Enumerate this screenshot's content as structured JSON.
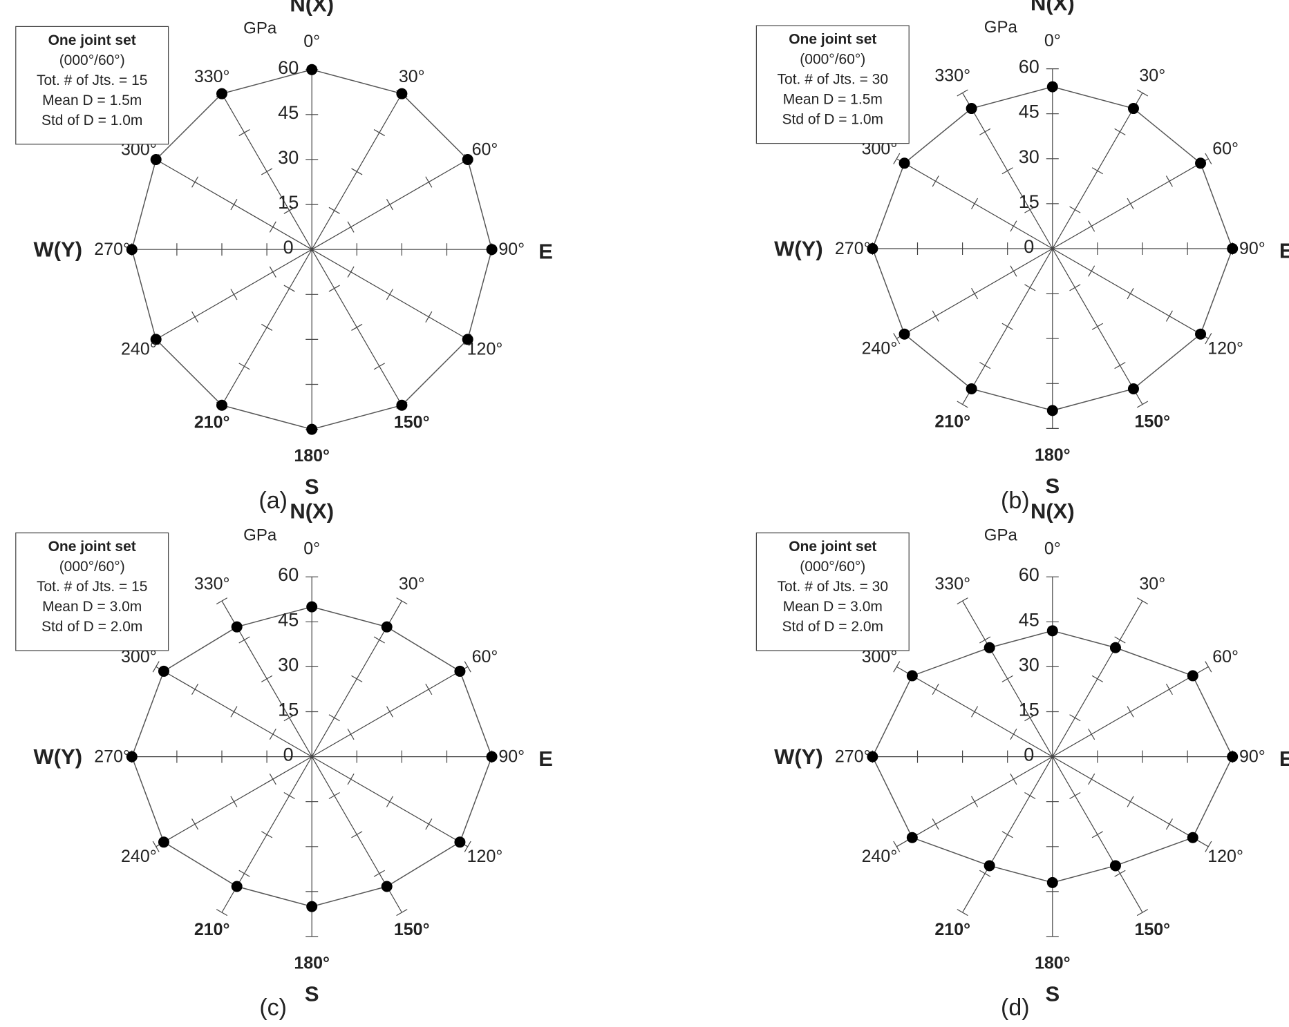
{
  "figure": {
    "colors": {
      "line": "#555555",
      "axis": "#444444",
      "marker": "#000000",
      "text": "#222222"
    }
  },
  "chart_data": [
    {
      "type": "radar",
      "panel_label": "(a)",
      "legend_box": [
        "One joint set",
        "(000°/60°)",
        "Tot. # of Jts. =  15",
        "Mean D = 1.5m",
        "Std of D = 1.0m"
      ],
      "compass": {
        "north": "N(X)",
        "south": "S",
        "west": "W(Y)",
        "east": "E"
      },
      "unit": "GPa",
      "radial_ticks": [
        0,
        15,
        30,
        45,
        60
      ],
      "rlim": [
        0,
        60
      ],
      "angle_labels": [
        "0°",
        "30°",
        "60°",
        "90°",
        "120°",
        "150°",
        "180°",
        "210°",
        "240°",
        "270°",
        "300°",
        "330°"
      ],
      "angles": [
        0,
        30,
        60,
        90,
        120,
        150,
        180,
        210,
        240,
        270,
        300,
        330
      ],
      "values": [
        60,
        60,
        60,
        60,
        60,
        60,
        60,
        60,
        60,
        60,
        60,
        60
      ],
      "grid": true
    },
    {
      "type": "radar",
      "panel_label": "(b)",
      "legend_box": [
        "One joint set",
        "(000°/60°)",
        "Tot. # of Jts. =  30",
        "Mean D = 1.5m",
        "Std of D = 1.0m"
      ],
      "compass": {
        "north": "N(X)",
        "south": "S",
        "west": "W(Y)",
        "east": "E"
      },
      "unit": "GPa",
      "radial_ticks": [
        0,
        15,
        30,
        45,
        60
      ],
      "rlim": [
        0,
        60
      ],
      "angle_labels": [
        "0°",
        "30°",
        "60°",
        "90°",
        "120°",
        "150°",
        "180°",
        "210°",
        "240°",
        "270°",
        "300°",
        "330°"
      ],
      "angles": [
        0,
        30,
        60,
        90,
        120,
        150,
        180,
        210,
        240,
        270,
        300,
        330
      ],
      "values": [
        54,
        54,
        57,
        60,
        57,
        54,
        54,
        54,
        57,
        60,
        57,
        54
      ],
      "grid": true
    },
    {
      "type": "radar",
      "panel_label": "(c)",
      "legend_box": [
        "One joint set",
        "(000°/60°)",
        "Tot. # of Jts. =  15",
        "Mean D = 3.0m",
        "Std of D = 2.0m"
      ],
      "compass": {
        "north": "N(X)",
        "south": "S",
        "west": "W(Y)",
        "east": "E"
      },
      "unit": "GPa",
      "radial_ticks": [
        0,
        15,
        30,
        45,
        60
      ],
      "rlim": [
        0,
        60
      ],
      "angle_labels": [
        "0°",
        "30°",
        "60°",
        "90°",
        "120°",
        "150°",
        "180°",
        "210°",
        "240°",
        "270°",
        "300°",
        "330°"
      ],
      "angles": [
        0,
        30,
        60,
        90,
        120,
        150,
        180,
        210,
        240,
        270,
        300,
        330
      ],
      "values": [
        50,
        50,
        57,
        60,
        57,
        50,
        50,
        50,
        57,
        60,
        57,
        50
      ],
      "grid": true
    },
    {
      "type": "radar",
      "panel_label": "(d)",
      "legend_box": [
        "One joint set",
        "(000°/60°)",
        "Tot. # of Jts. =  30",
        "Mean D = 3.0m",
        "Std of D = 2.0m"
      ],
      "compass": {
        "north": "N(X)",
        "south": "S",
        "west": "W(Y)",
        "east": "E"
      },
      "unit": "GPa",
      "radial_ticks": [
        0,
        15,
        30,
        45,
        60
      ],
      "rlim": [
        0,
        60
      ],
      "angle_labels": [
        "0°",
        "30°",
        "60°",
        "90°",
        "120°",
        "150°",
        "180°",
        "210°",
        "240°",
        "270°",
        "300°",
        "330°"
      ],
      "angles": [
        0,
        30,
        60,
        90,
        120,
        150,
        180,
        210,
        240,
        270,
        300,
        330
      ],
      "values": [
        42,
        42,
        54,
        60,
        54,
        42,
        42,
        42,
        54,
        60,
        54,
        42
      ],
      "grid": true
    }
  ]
}
